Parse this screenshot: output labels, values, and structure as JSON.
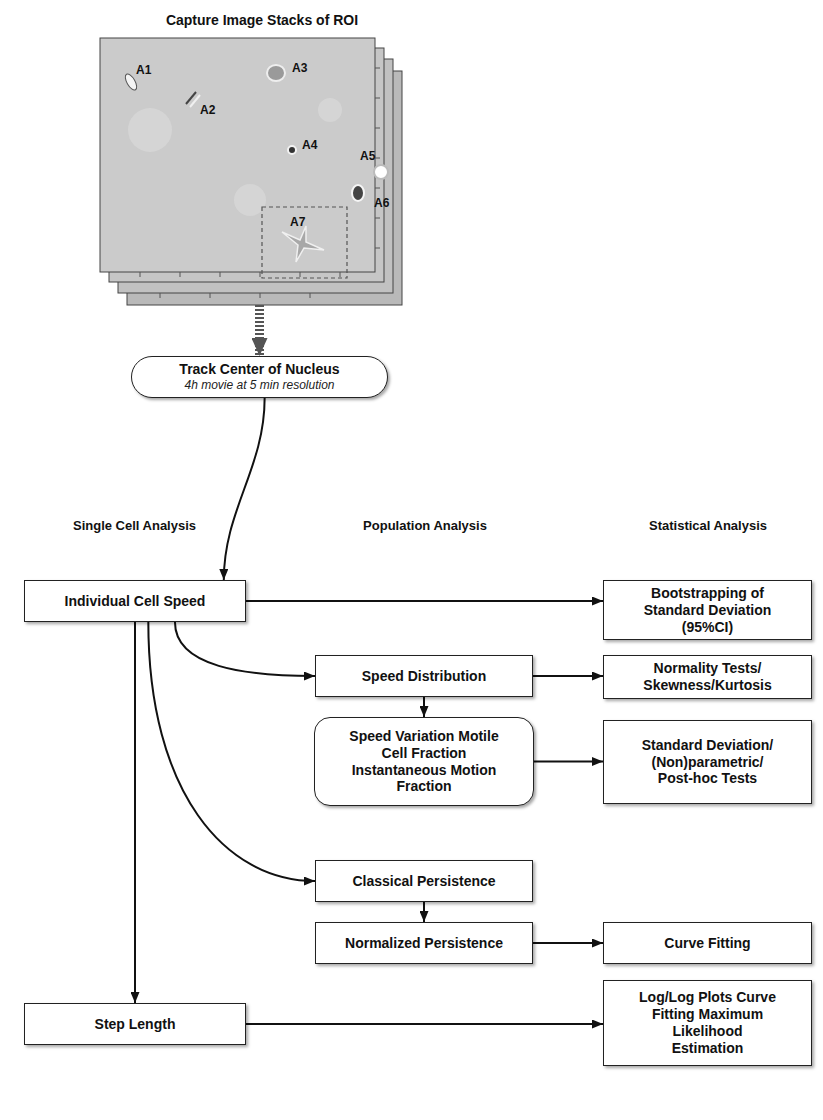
{
  "diagram": {
    "nodes": [
      {
        "text": [
          "Capture Image Stacks of ROI"
        ]
      },
      {
        "text": [
          "Track Center of Nucleus",
          "4h movie at 5 min resolution"
        ]
      },
      {
        "text": [
          "Single Cell Analysis"
        ]
      },
      {
        "text": [
          "Population Analysis"
        ]
      },
      {
        "text": [
          "Statistical Analysis"
        ]
      },
      {
        "text": [
          "Individual Cell Speed"
        ],
        "in": 2
      },
      {
        "text": [
          "Step Length"
        ],
        "in": 2
      },
      {
        "text": [
          "Speed Distribution"
        ],
        "in": 3
      },
      {
        "text": [
          "Speed Variation Motile Cell Fraction Instantaneous Motion Fraction"
        ],
        "in": 3
      },
      {
        "text": [
          "Classical Persistence"
        ],
        "in": 3
      },
      {
        "text": [
          "Normalized Persistence"
        ],
        "in": 3
      },
      {
        "text": [
          "Bootstrapping of Standard Deviation (95%CI)"
        ],
        "in": 4
      },
      {
        "text": [
          "Normality Tests/ Skewness/Kurtosis"
        ],
        "in": 4
      },
      {
        "text": [
          "Standard Deviation/ (Non)parametric/ Post-hoc Tests"
        ],
        "in": 4
      },
      {
        "text": [
          "Curve Fitting"
        ],
        "in": 4
      },
      {
        "text": [
          "Log/Log Plots Curve Fitting Maximum Likelihood Estimation"
        ],
        "in": 4
      }
    ],
    "edges": [
      {
        "from": 0,
        "to": 1,
        "arrow": "to"
      },
      {
        "from": 1,
        "to": 5,
        "arrow": "to"
      },
      {
        "from": 5,
        "to": 11,
        "arrow": "to"
      },
      {
        "from": 5,
        "to": 7,
        "arrow": "to"
      },
      {
        "from": 7,
        "to": 12,
        "arrow": "to"
      },
      {
        "from": 7,
        "to": 8,
        "arrow": "to"
      },
      {
        "from": 8,
        "to": 13,
        "arrow": "to"
      },
      {
        "from": 5,
        "to": 9,
        "arrow": "to"
      },
      {
        "from": 9,
        "to": 10,
        "arrow": "to"
      },
      {
        "from": 10,
        "to": 14,
        "arrow": "to"
      },
      {
        "from": 5,
        "to": 6,
        "arrow": "to"
      },
      {
        "from": 6,
        "to": 15,
        "arrow": "to"
      }
    ],
    "labels": [
      "A1",
      "A2",
      "A3",
      "A4",
      "A5",
      "A6",
      "A7"
    ]
  }
}
